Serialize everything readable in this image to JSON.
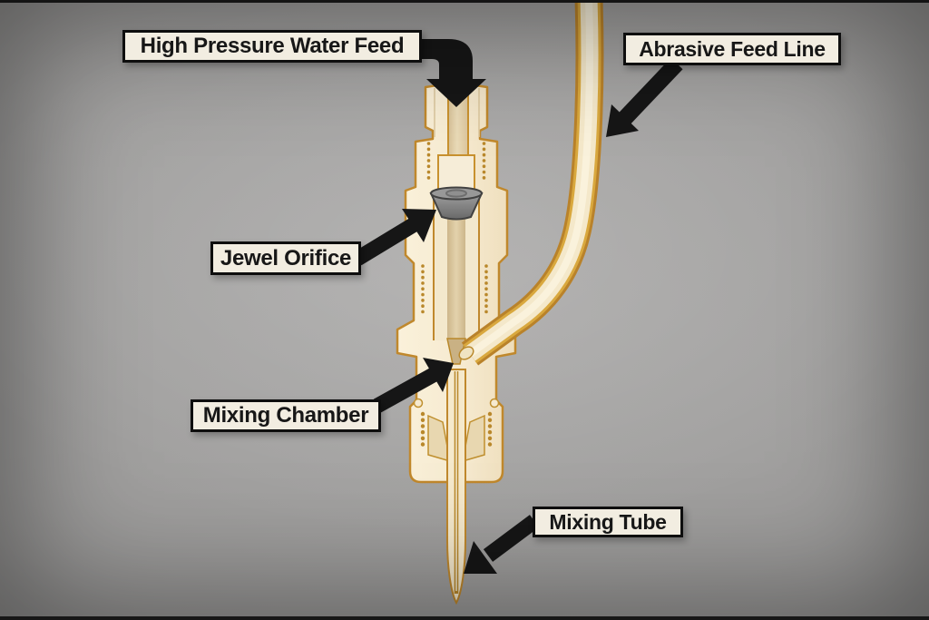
{
  "palette": {
    "background_gray": "#9b9a99",
    "label_background": "#f2ede1",
    "label_border": "#0e0e0e",
    "label_text": "#171717",
    "arrow_black": "#161616",
    "nozzle_body_cream": "#f6ead0",
    "nozzle_outline_gold": "#c0882c",
    "bore_shade_tan": "#dcc69e",
    "jewel_gray": "#8f8f8f"
  },
  "labels": [
    {
      "id": "high-pressure-water-feed",
      "text": "High Pressure Water Feed"
    },
    {
      "id": "abrasive-feed-line",
      "text": "Abrasive Feed Line"
    },
    {
      "id": "jewel-orifice",
      "text": "Jewel Orifice"
    },
    {
      "id": "mixing-chamber",
      "text": "Mixing Chamber"
    },
    {
      "id": "mixing-tube",
      "text": "Mixing Tube"
    }
  ]
}
